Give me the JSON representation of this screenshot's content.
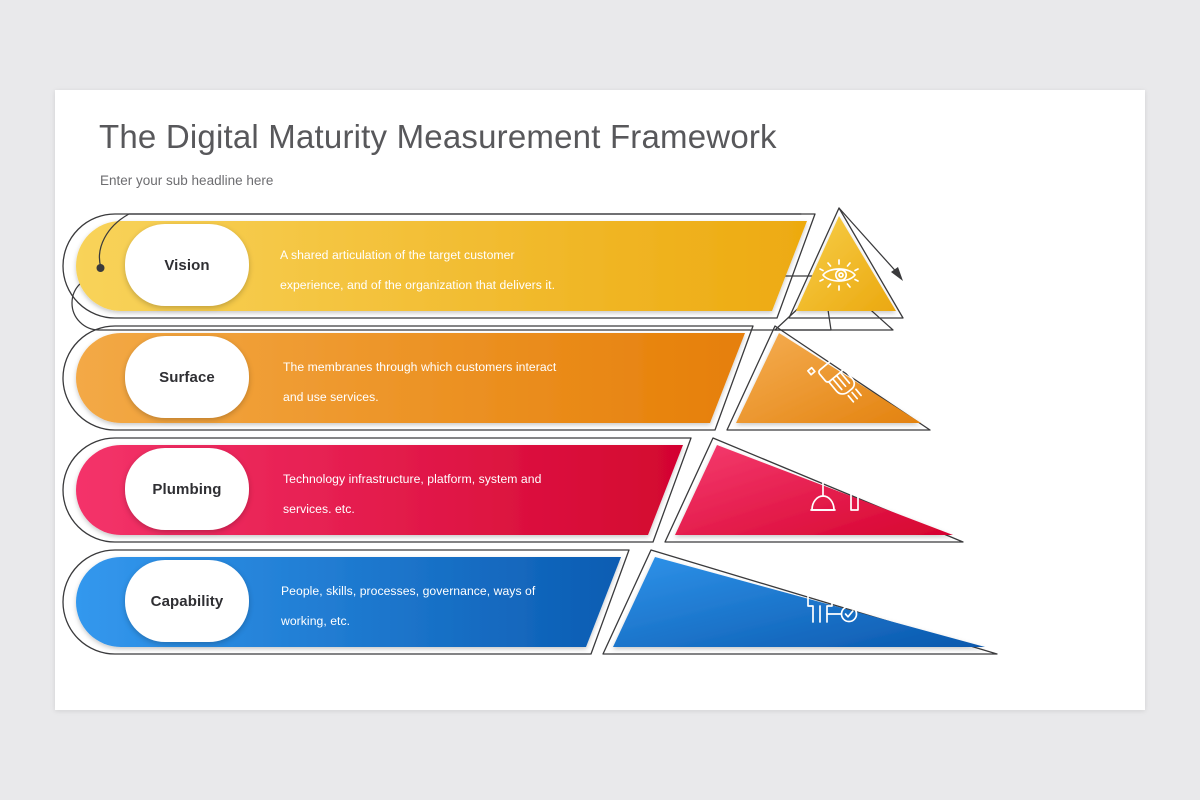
{
  "slide": {
    "title": "The Digital Maturity Measurement Framework",
    "subtitle": "Enter your sub headline here"
  },
  "colors": {
    "background": "#e9e9eb",
    "card": "#ffffff",
    "title_text": "#58585b",
    "subtitle_text": "#6d6d70",
    "outline": "#3a3a3c",
    "vision_light": "#f7cf4a",
    "vision_dark": "#eeab12",
    "surface_light": "#f2a33c",
    "surface_dark": "#e8820b",
    "plumbing_light": "#f4336a",
    "plumbing_dark": "#d3052f",
    "capability_light": "#2f93ea",
    "capability_dark": "#0c5fb5"
  },
  "levels": [
    {
      "id": "vision",
      "label": "Vision",
      "description_line1": "A shared articulation of the target customer",
      "description_line2": "experience, and of the organization that delivers it.",
      "icon": "eye-icon",
      "color_light": "#f7cf4a",
      "color_dark": "#eeab12"
    },
    {
      "id": "surface",
      "label": "Surface",
      "description_line1": "The membranes through which customers interact",
      "description_line2": "and use services.",
      "icon": "hand-polish-icon",
      "color_light": "#f2a33c",
      "color_dark": "#e8820b"
    },
    {
      "id": "plumbing",
      "label": "Plumbing",
      "description_line1": "Technology infrastructure, platform, system and",
      "description_line2": "services. etc.",
      "icon": "plunger-wrench-icon",
      "color_light": "#f4336a",
      "color_dark": "#d3052f"
    },
    {
      "id": "capability",
      "label": "Capability",
      "description_line1": "People, skills, processes, governance, ways of",
      "description_line2": "working, etc.",
      "icon": "person-checklist-icon",
      "color_light": "#2f93ea",
      "color_dark": "#0c5fb5"
    }
  ]
}
